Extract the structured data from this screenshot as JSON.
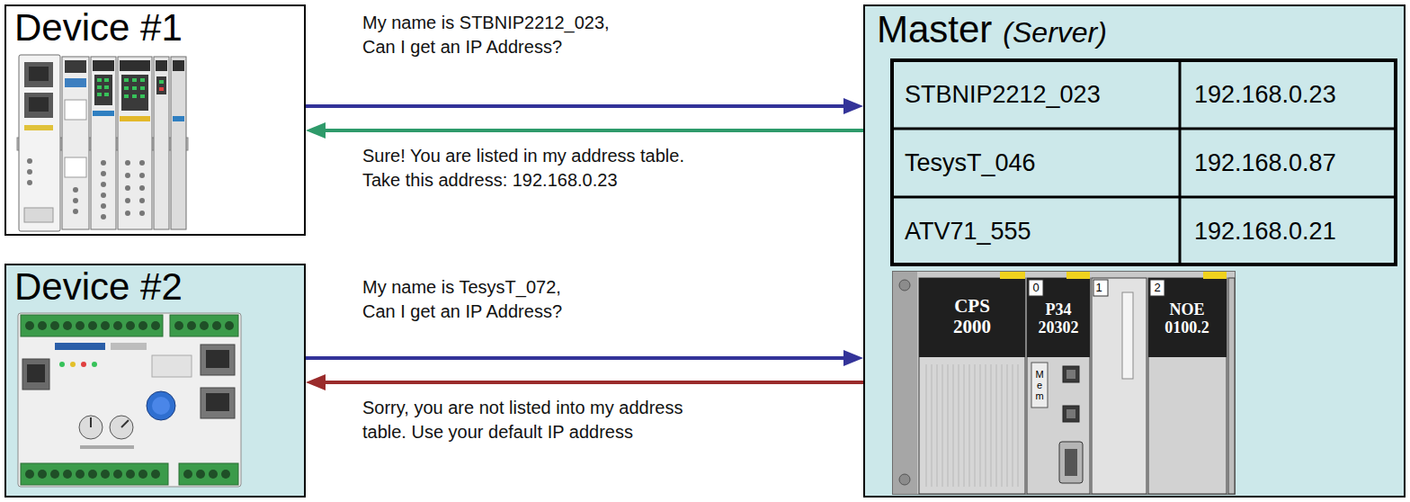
{
  "diagram": {
    "nodes": [
      {
        "text": [
          "Device #1"
        ]
      },
      {
        "text": [
          "Master",
          "(Server)"
        ]
      },
      {
        "text": [
          "Device #2"
        ]
      }
    ],
    "edges": [
      {
        "from": 0,
        "to": 1,
        "arrow": "to",
        "label": "My name is STBNIP2212_023, Can I get an IP Address?"
      },
      {
        "from": 1,
        "to": 0,
        "arrow": "to",
        "label": "Sure! You are listed in my address table. Take this address: 192.168.0.23"
      },
      {
        "from": 2,
        "to": 1,
        "arrow": "to",
        "label": "My name is TesysT_072, Can I get an IP Address?"
      },
      {
        "from": 1,
        "to": 2,
        "arrow": "to",
        "label": "Sorry, you are not listed into my address table. Use your default IP address"
      }
    ],
    "labels": [
      "STBNIP2212_023",
      "192.168.0.23",
      "TesysT_046",
      "192.168.0.87",
      "ATV71_555",
      "192.168.0.21",
      "CPS 2000",
      "0",
      "P34 20302",
      "Mem",
      "1",
      "2",
      "NOE 0100.2"
    ]
  }
}
